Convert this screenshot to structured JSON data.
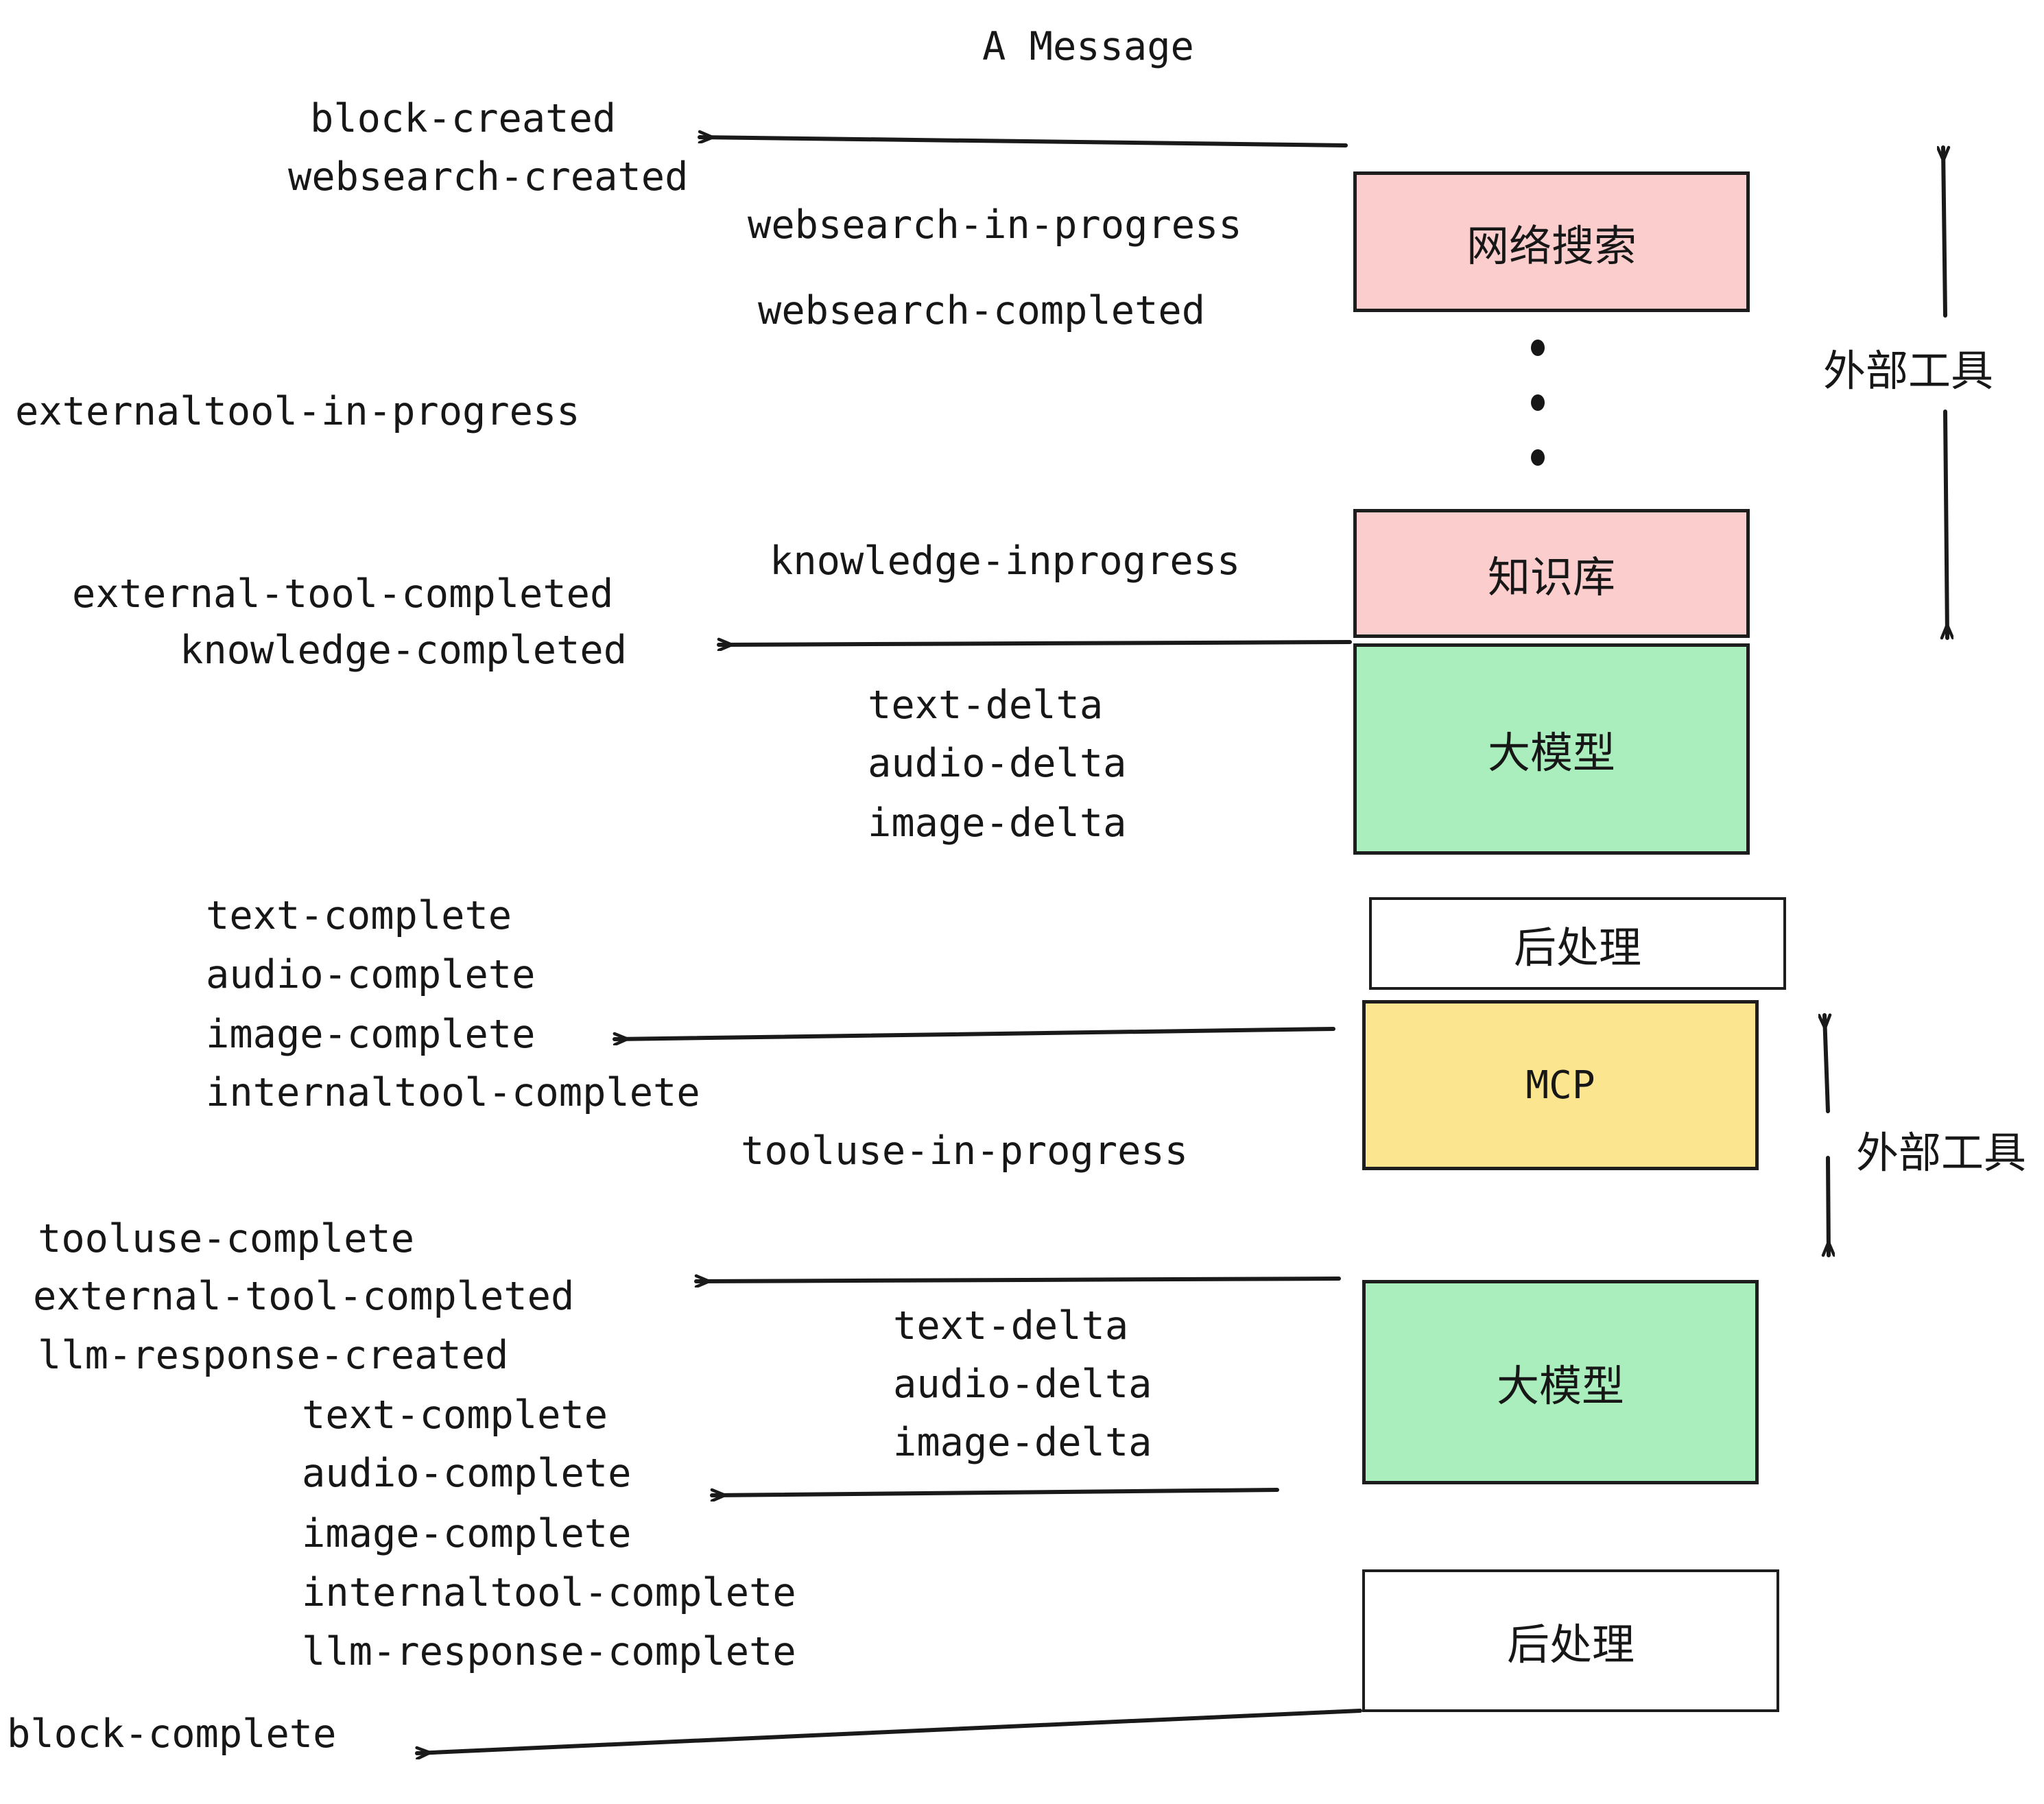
{
  "diagram": {
    "title": "A Message",
    "boxes": [
      {
        "id": "websearch",
        "label": "网络搜索",
        "color": "#fbcdcd"
      },
      {
        "id": "knowledge",
        "label": "知识库",
        "color": "#fbcdcd"
      },
      {
        "id": "llm-top",
        "label": "大模型",
        "color": "#a9eebc"
      },
      {
        "id": "post-top",
        "label": "后处理",
        "color": "#ffffff"
      },
      {
        "id": "mcp",
        "label": "MCP",
        "color": "#fce58f"
      },
      {
        "id": "llm-bottom",
        "label": "大模型",
        "color": "#a9eebc"
      },
      {
        "id": "post-bottom",
        "label": "后处理",
        "color": "#ffffff"
      }
    ],
    "side_labels": [
      {
        "id": "external-tools-top",
        "label": "外部工具"
      },
      {
        "id": "external-tools-bottom",
        "label": "外部工具"
      }
    ],
    "events": [
      {
        "id": "e01",
        "text": "block-created"
      },
      {
        "id": "e02",
        "text": "websearch-created"
      },
      {
        "id": "e03",
        "text": "websearch-in-progress"
      },
      {
        "id": "e04",
        "text": "websearch-completed"
      },
      {
        "id": "e05",
        "text": "externaltool-in-progress"
      },
      {
        "id": "e06",
        "text": "knowledge-inprogress"
      },
      {
        "id": "e07",
        "text": "external-tool-completed"
      },
      {
        "id": "e08",
        "text": "knowledge-completed"
      },
      {
        "id": "e09",
        "text": "text-delta"
      },
      {
        "id": "e10",
        "text": "audio-delta"
      },
      {
        "id": "e11",
        "text": "image-delta"
      },
      {
        "id": "e12",
        "text": "text-complete"
      },
      {
        "id": "e13",
        "text": "audio-complete"
      },
      {
        "id": "e14",
        "text": "image-complete"
      },
      {
        "id": "e15",
        "text": "internaltool-complete"
      },
      {
        "id": "e16",
        "text": "tooluse-in-progress"
      },
      {
        "id": "e17",
        "text": "tooluse-complete"
      },
      {
        "id": "e18",
        "text": "external-tool-completed"
      },
      {
        "id": "e19",
        "text": "llm-response-created"
      },
      {
        "id": "e20",
        "text": "text-delta"
      },
      {
        "id": "e21",
        "text": "audio-delta"
      },
      {
        "id": "e22",
        "text": "image-delta"
      },
      {
        "id": "e23",
        "text": "text-complete"
      },
      {
        "id": "e24",
        "text": "audio-complete"
      },
      {
        "id": "e25",
        "text": "image-complete"
      },
      {
        "id": "e26",
        "text": "internaltool-complete"
      },
      {
        "id": "e27",
        "text": "llm-response-complete"
      },
      {
        "id": "e28",
        "text": "block-complete"
      }
    ],
    "colors": {
      "stroke": "#1d1d1d",
      "pink": "#fbcdcd",
      "green": "#a9eebc",
      "yellow": "#fce58f",
      "white": "#ffffff",
      "text": "#171717"
    }
  }
}
